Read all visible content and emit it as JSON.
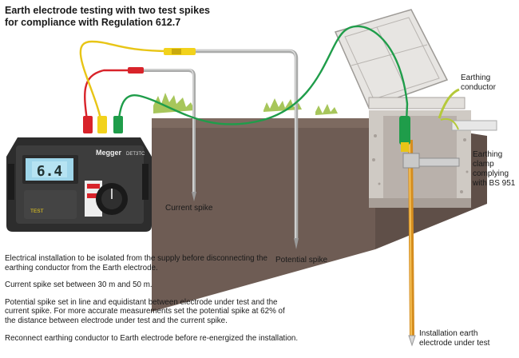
{
  "title": {
    "line1": "Earth electrode testing with two test spikes",
    "line2": "for compliance with Regulation 612.7"
  },
  "labels": {
    "current_spike": "Current spike",
    "potential_spike": "Potential spike",
    "earthing_conductor": [
      "Earthing",
      "conductor"
    ],
    "earthing_clamp": [
      "Earthing",
      "clamp",
      "complying",
      "with BS 951"
    ],
    "installation_electrode": [
      "Installation earth",
      "electrode under test"
    ]
  },
  "meter": {
    "brand": "Megger",
    "model": "DET3TC",
    "reading": "6.4",
    "test_button": "TEST"
  },
  "notes": [
    "Electrical installation to be isolated from the supply before disconnecting the earthing conductor from the Earth electrode.",
    "Current spike set between 30 m and 50 m.",
    "Potential spike set in line and equidistant between electrode under test and the current spike. For more accurate measurements set the potential spike at 62% of the distance between electrode under test and the current spike.",
    "Reconnect earthing conductor to Earth electrode before re-energized the installation."
  ],
  "colors": {
    "lead_red": "#d8232a",
    "lead_yellow": "#f2d21b",
    "lead_green": "#1f9d4a",
    "soil": "#6b5a52",
    "grass": "#a8c85a",
    "copper_rod": "#e7a53a"
  }
}
